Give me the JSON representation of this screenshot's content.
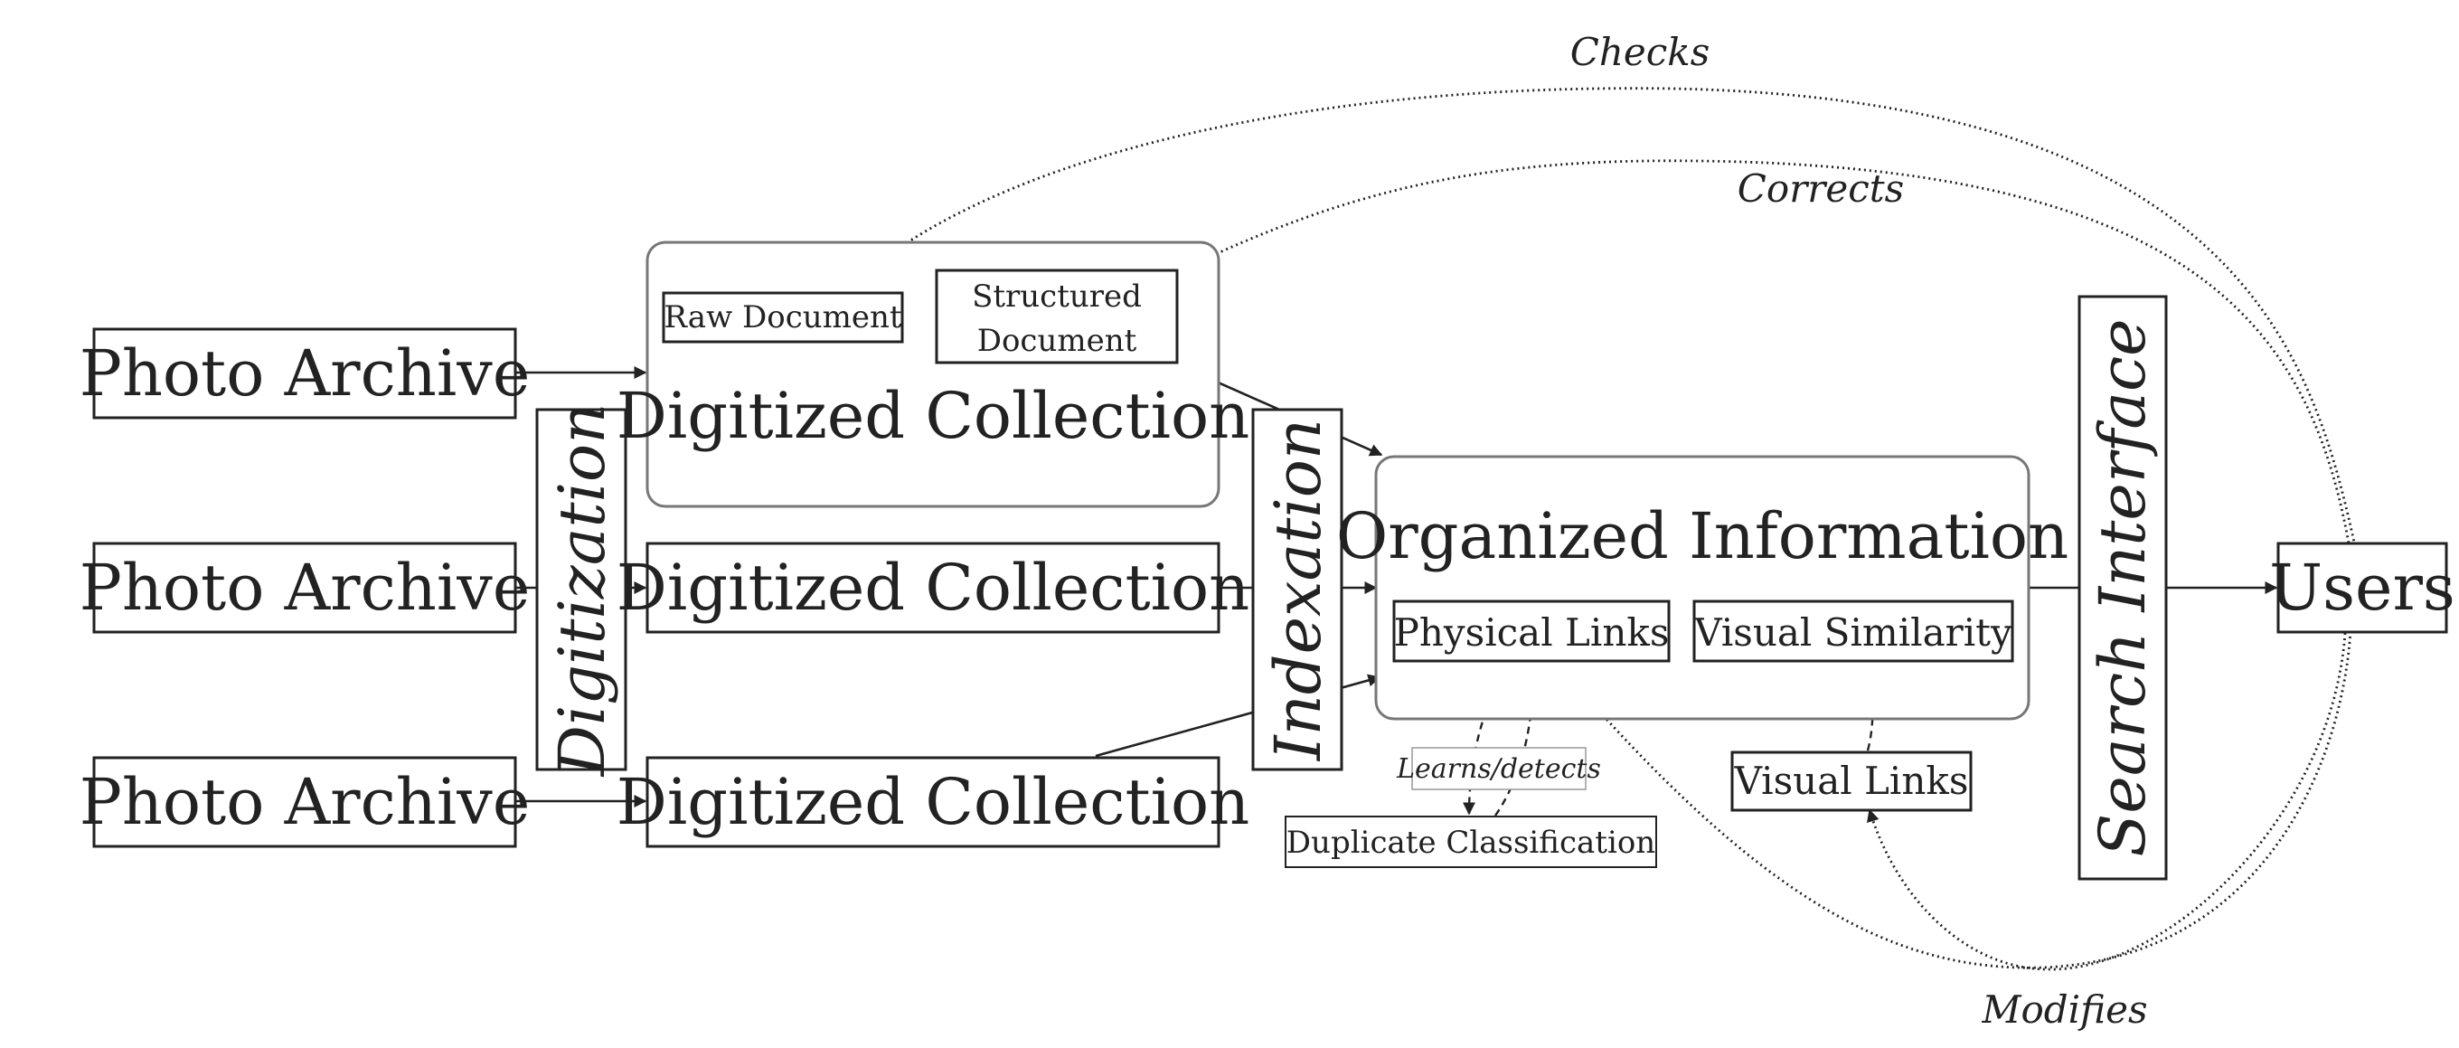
{
  "archives": [
    "Photo Archive",
    "Photo Archive",
    "Photo Archive"
  ],
  "stages": {
    "digitization": "Digitization",
    "indexation": "Indexation",
    "search_interface": "Search Interface"
  },
  "collections": [
    "Digitized Collection",
    "Digitized Collection",
    "Digitized Collection"
  ],
  "documents": {
    "raw": "Raw Document",
    "structured_line1": "Structured",
    "structured_line2": "Document"
  },
  "organized": {
    "title": "Organized Information",
    "physical_links": "Physical Links",
    "visual_similarity": "Visual Similarity"
  },
  "duplicate_classification": "Duplicate Classification",
  "visual_links": "Visual Links",
  "users": "Users",
  "edge_labels": {
    "checks": "Checks",
    "corrects": "Corrects",
    "modifies": "Modifies",
    "learns_detects": "Learns/detects"
  }
}
